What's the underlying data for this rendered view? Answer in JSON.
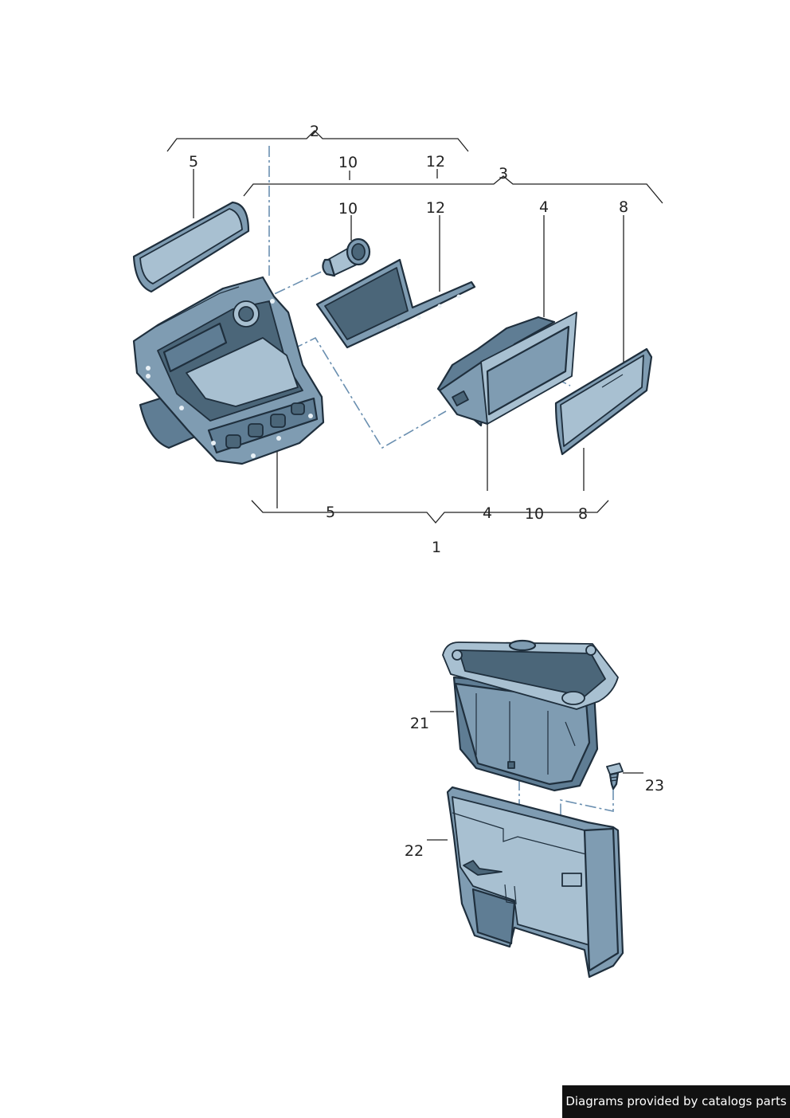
{
  "callouts": {
    "c2": "2",
    "c5_top": "5",
    "c10_top": "10",
    "c12_top": "12",
    "c3": "3",
    "c10_mid": "10",
    "c12_mid": "12",
    "c4_top": "4",
    "c8_top": "8",
    "c5_bottom": "5",
    "c4_bottom": "4",
    "c10_bottom": "10",
    "c8_bottom": "8",
    "c1": "1",
    "c21": "21",
    "c22": "22",
    "c23": "23"
  },
  "footer": {
    "credit": "Diagrams provided by catalogs parts"
  },
  "colors": {
    "part_fill": "#7f9cb2",
    "part_outline": "#1f2f3d",
    "dash_line": "#6a8fb0",
    "footer_bg": "#111111"
  }
}
